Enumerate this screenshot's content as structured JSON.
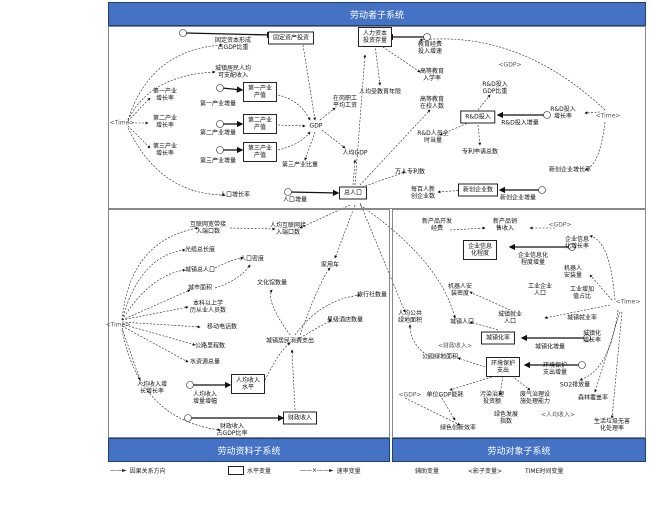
{
  "banners": {
    "top": "劳动者子系统",
    "bottom_left": "劳动资料子系统",
    "bottom_right": "劳动对象子系统"
  },
  "nodes": [
    "固定资产投资",
    "固定资本形成\n占GDP比重",
    "城镇居民人均\n可支配收入",
    "第一产业\n增长率",
    "第一产业\n产值",
    "第一产业增量",
    "第二产业\n增长率",
    "第二产业\n产值",
    "第二产业增量",
    "第三产业\n增长率",
    "第三产业\n产值",
    "第三产业增量",
    "<Time>",
    "GDP",
    "在岗职工\n平均工资",
    "人均GDP",
    "第三产业比重",
    "人口增长率",
    "人口增量",
    "总人口",
    "人力资本\n投资存量",
    "教育经费\n投入增速",
    "人均受教育年限",
    "高等教育\n入学率",
    "高等教育\n在校人数",
    "<GDP>",
    "R&D投入\nGDP比重",
    "R&D投入",
    "R&D投入增量",
    "R&D投入\n增长率",
    "<Time>",
    "R&D人员全\n时当量",
    "专利申请总数",
    "万人专利数",
    "新创企业增长率",
    "新创企业数",
    "新创企业增量",
    "每百人新\n创企业数",
    "互联网宽带接\n入端口数",
    "人均互联网接\n入端口数",
    "光缆总长度",
    "人口密度",
    "城镇总人口",
    "城市面积",
    "本科以上学\n历从业人员数",
    "移动电话数",
    "公路里程数",
    "水资源总量",
    "<Time>",
    "人均收入增\n长增长率",
    "人均收入\n增量增幅",
    "人均收入\n水平",
    "财政收入\n占GDP比率",
    "财政收入",
    "城镇居民消费支出",
    "文化馆数量",
    "家用车",
    "旅行社数量",
    "星级酒店数量",
    "新产品开发\n经费",
    "新产品销\n售收入",
    "<GDP>",
    "企业信息\n化程度",
    "企业信息化\n程度增量",
    "企业信息\n化增长率",
    "机器人\n安装量",
    "机器人安\n装密度",
    "工业企业\n人口",
    "工业增加\n值占比",
    "<Time>",
    "城镇就业\n人口",
    "城镇就业率",
    "人均公共\n绿地面积",
    "城镇人口",
    "城镇化率",
    "城镇化增量",
    "城镇化\n增长率",
    "<财政收入>",
    "公园绿地面积",
    "环境保护\n支出",
    "环境保护\n支出增量",
    "SO2排放量",
    "森林覆盖率",
    "生活垃圾无害\n化处理率",
    "单位GDP能耗",
    "污染治理\n投资额",
    "废气治理设\n施处理能力",
    "绿色发展\n指数",
    "<人均收入>",
    "<GDP>",
    "绿色创新效率"
  ],
  "legend": [
    "因果关系方向",
    "水平变量",
    "速率变量",
    "辅助变量",
    "<影子变量>",
    "TIME时间变量"
  ]
}
